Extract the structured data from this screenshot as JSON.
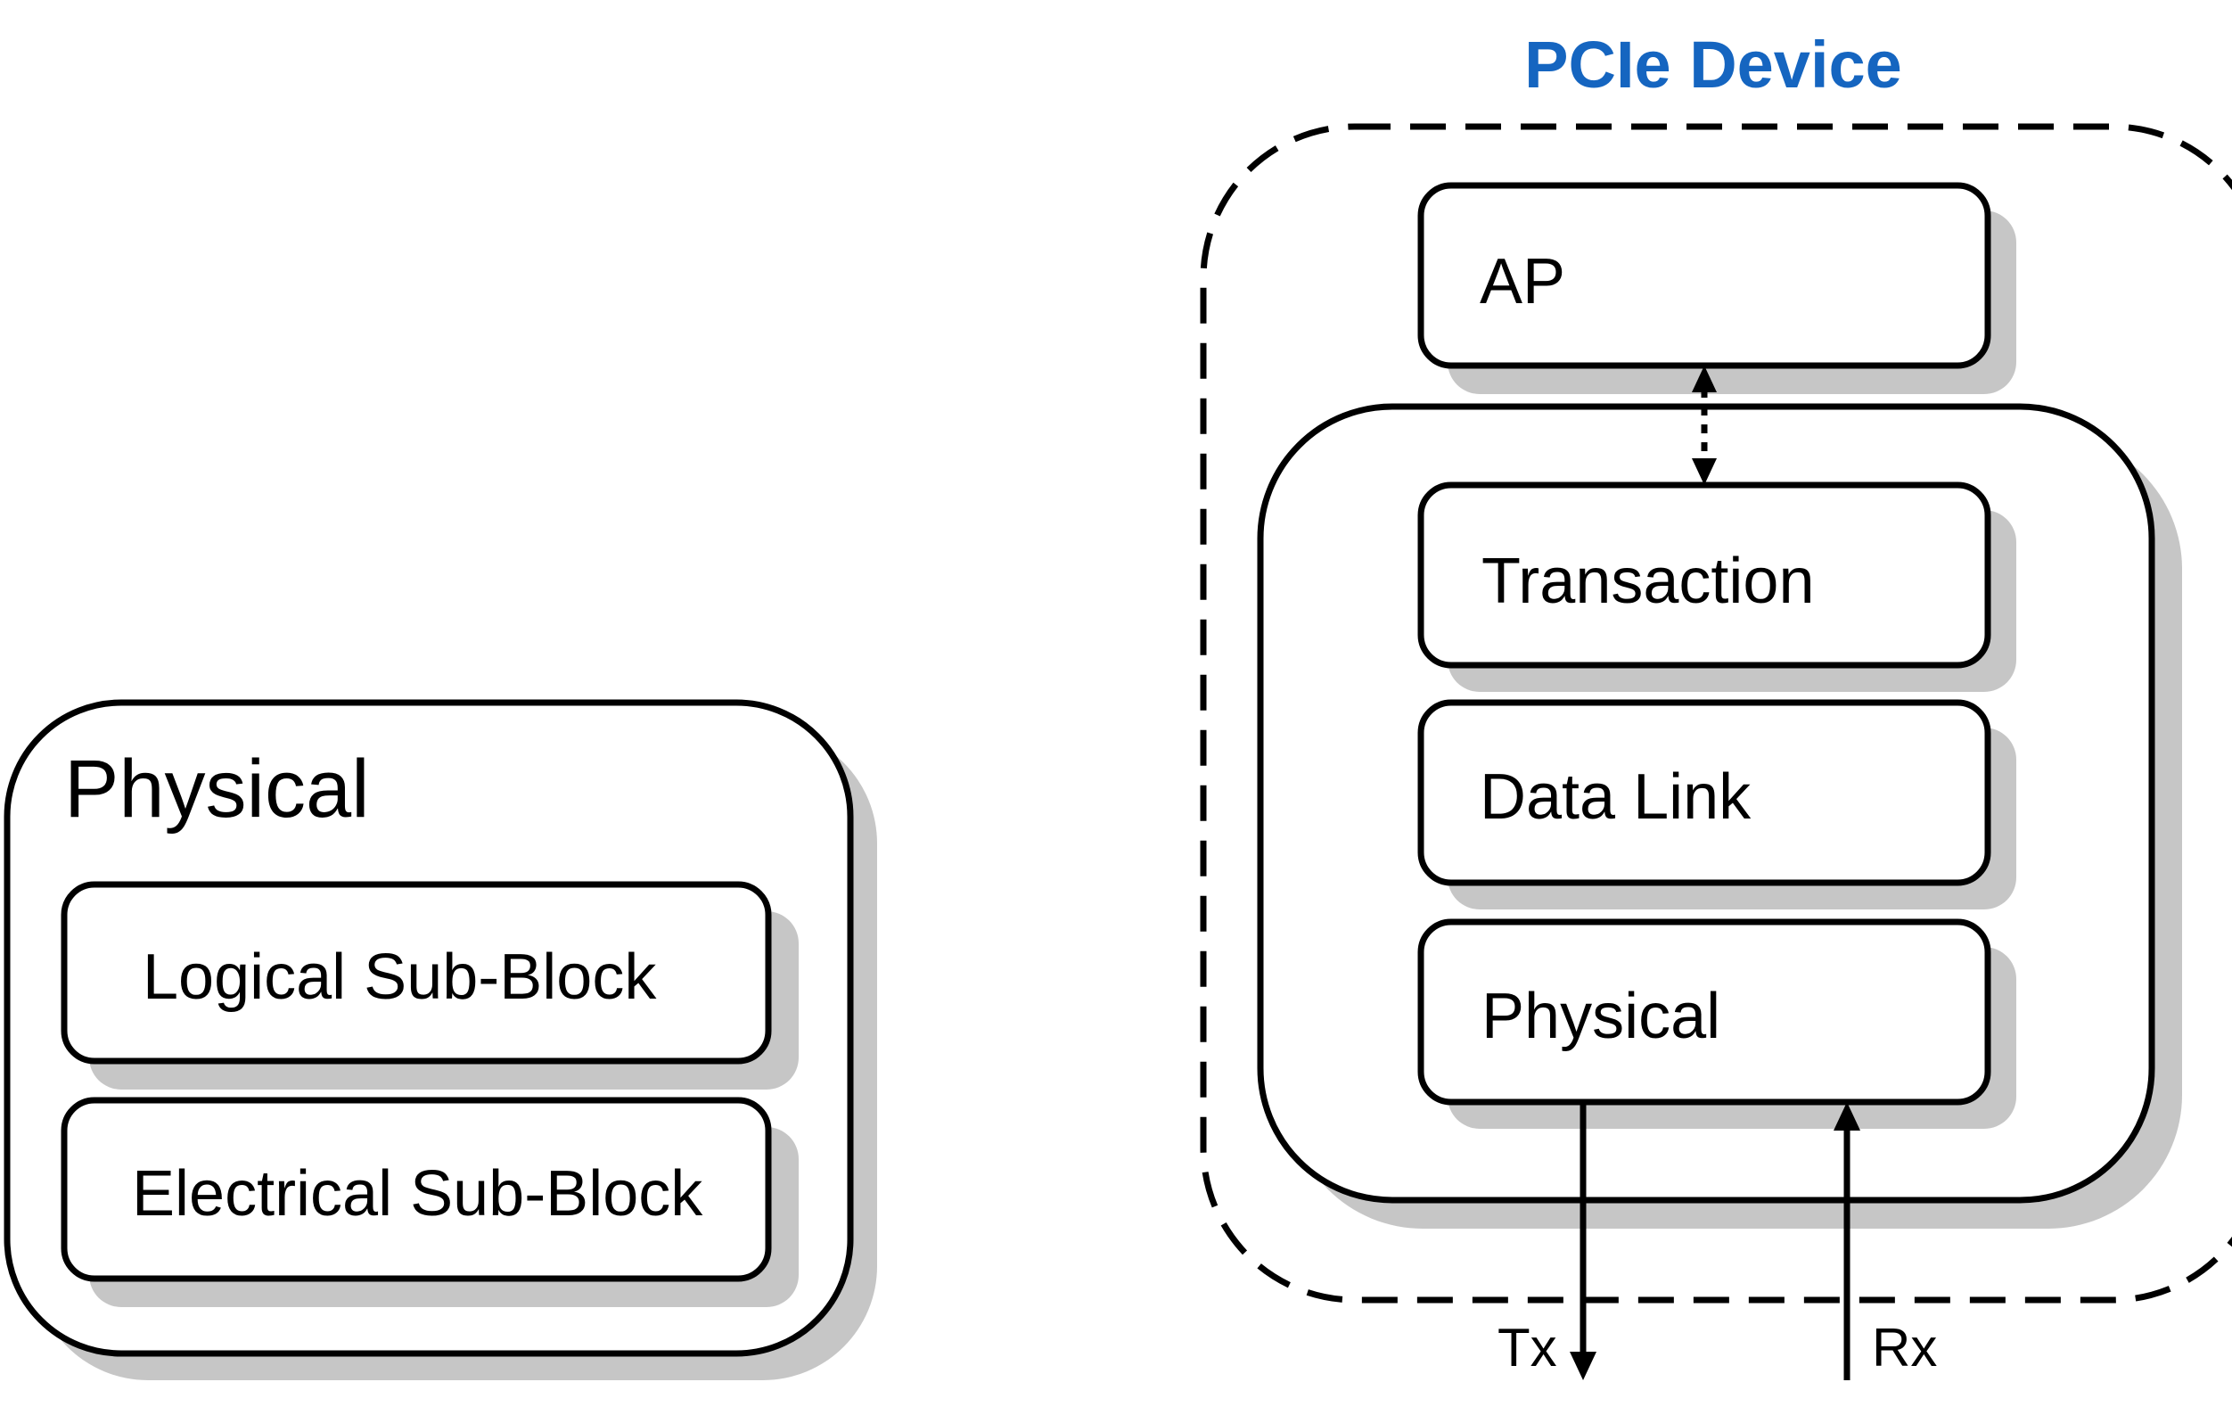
{
  "colors": {
    "title": "#1565c0",
    "stroke": "#000000",
    "shadow": "#c6c6c6",
    "fill": "#ffffff"
  },
  "physical_detail": {
    "title": "Physical",
    "sub_blocks": [
      "Logical Sub-Block",
      "Electrical Sub-Block"
    ]
  },
  "pcie_device": {
    "title": "PCIe Device",
    "ap_label": "AP",
    "layers": [
      "Transaction",
      "Data Link",
      "Physical"
    ],
    "tx_label": "Tx",
    "rx_label": "Rx"
  }
}
